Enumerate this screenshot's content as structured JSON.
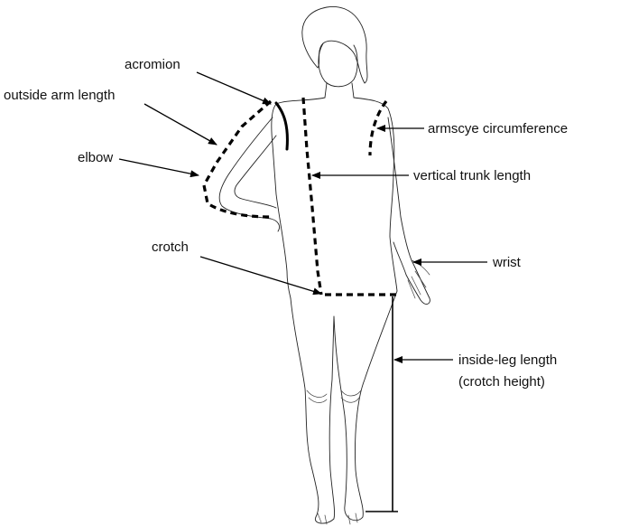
{
  "labels": {
    "acromion": "acromion",
    "outside_arm_length": "outside arm length",
    "elbow": "elbow",
    "armscye_circumference": "armscye circumference",
    "vertical_trunk_length": "vertical trunk length",
    "crotch": "crotch",
    "wrist": "wrist",
    "inside_leg_length": "inside-leg length",
    "crotch_height": "(crotch height)"
  }
}
